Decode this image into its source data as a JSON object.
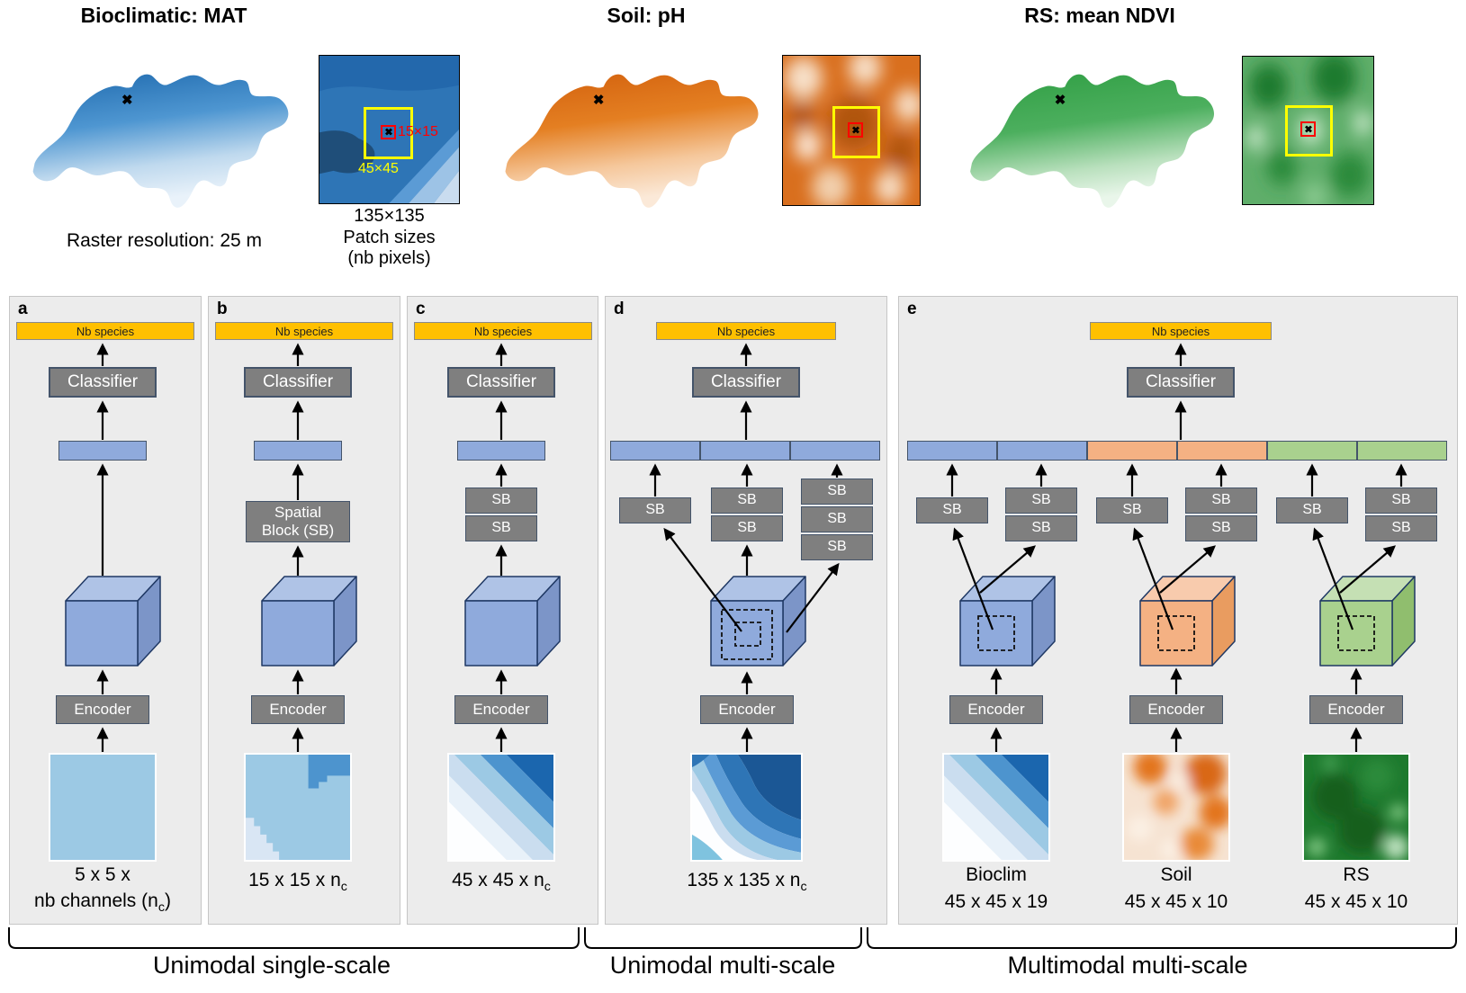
{
  "colors": {
    "panel-bg": "#ececec",
    "panel-border": "#c6c6c6",
    "species-yellow": "#FFC000",
    "box-gray": "#7f7f7f",
    "box-border": "#44546A",
    "feat-blue": "#8FAADC",
    "feat-orange": "#F4B183",
    "feat-green": "#A9D18E",
    "cube-edge": "#1F3864",
    "patch-outer-color": "#FFFF00",
    "patch-inner-color": "#FF0000"
  },
  "top_row": {
    "modalities": [
      {
        "title": "Bioclimatic: MAT"
      },
      {
        "title": "Soil: pH"
      },
      {
        "title": "RS: mean NDVI"
      }
    ],
    "raster_caption": "Raster resolution: 25 m",
    "marker_glyph": "✖",
    "patch": {
      "inner_label": "15×15",
      "outer_label": "45×45",
      "full_label": "135×135",
      "caption_line1": "Patch sizes",
      "caption_line2": "(nb pixels)"
    }
  },
  "panels": {
    "labels": {
      "a": "a",
      "b": "b",
      "c": "c",
      "d": "d",
      "e": "e"
    },
    "species_label": "Nb species",
    "classifier_label": "Classifier",
    "encoder_label": "Encoder",
    "spatial_block_line1": "Spatial",
    "spatial_block_line2": "Block (SB)",
    "sb_label": "SB",
    "captions": {
      "a_line1": "5 x 5 x",
      "a_line2_pre": "nb channels (n",
      "a_sub": "c",
      "a_line2_post": ")",
      "b_pre": "15 x 15 x n",
      "b_sub": "c",
      "c_pre": "45 x 45 x n",
      "c_sub": "c",
      "d_pre": "135 x 135 x n",
      "d_sub": "c",
      "e1_name": "Bioclim",
      "e1_dims": "45 x 45 x 19",
      "e2_name": "Soil",
      "e2_dims": "45 x 45 x 10",
      "e3_name": "RS",
      "e3_dims": "45 x 45 x 10"
    }
  },
  "groups": [
    {
      "label": "Unimodal single-scale"
    },
    {
      "label": "Unimodal multi-scale"
    },
    {
      "label": "Multimodal multi-scale"
    }
  ]
}
